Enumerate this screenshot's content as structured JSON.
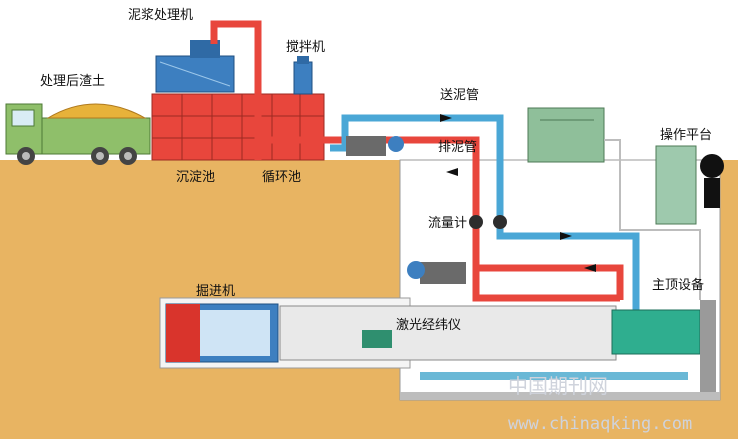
{
  "labels": {
    "slurry_processor": "泥浆处理机",
    "mixer": "搅拌机",
    "processed_soil": "处理后渣土",
    "feed_pipe": "送泥管",
    "discharge_pipe": "排泥管",
    "sedimentation_tank": "沉淀池",
    "circulation_tank": "循环池",
    "operation_platform": "操作平台",
    "flow_meter": "流量计",
    "boring_machine": "掘进机",
    "main_jacking": "主顶设备",
    "laser_theodolite": "激光经纬仪"
  },
  "watermark": {
    "site_name": "中国期刊网",
    "url": "www.chinaqking.com"
  },
  "colors": {
    "soil": "#e8b462",
    "sky": "#ffffff",
    "tank": "#e8463c",
    "feed_pipe": "#4aa7d6",
    "discharge_pipe": "#e8463c",
    "machine": "#3d7fc0",
    "truck": "#8fbf6a",
    "pit_wall": "#cfcfcf"
  }
}
